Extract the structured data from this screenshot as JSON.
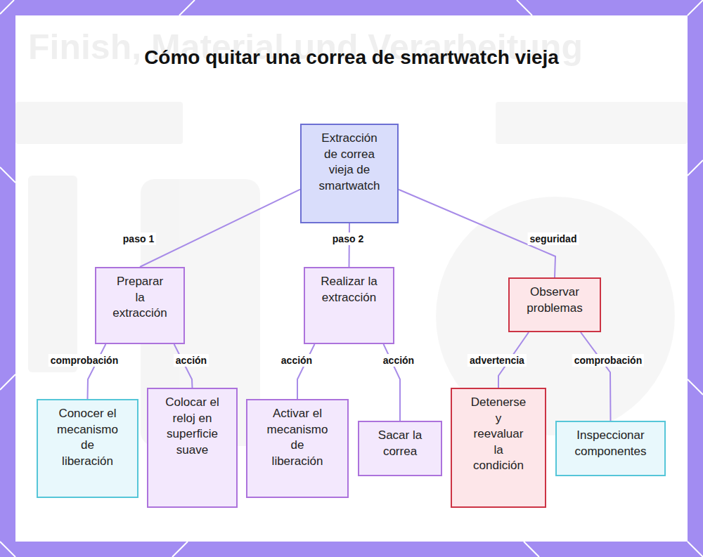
{
  "diagram": {
    "title": "Cómo quitar una correa de smartwatch vieja",
    "nodes": [
      {
        "text": [
          "Extracción de correa vieja de smartwatch"
        ]
      },
      {
        "text": [
          "Preparar la extracción"
        ]
      },
      {
        "text": [
          "Realizar la extracción"
        ]
      },
      {
        "text": [
          "Observar problemas"
        ]
      },
      {
        "text": [
          "Conocer el mecanismo de liberación"
        ]
      },
      {
        "text": [
          "Colocar el reloj en superficie suave"
        ]
      },
      {
        "text": [
          "Activar el mecanismo de liberación"
        ]
      },
      {
        "text": [
          "Sacar la correa"
        ]
      },
      {
        "text": [
          "Detenerse y reevaluar la condición"
        ]
      },
      {
        "text": [
          "Inspeccionar componentes"
        ]
      }
    ],
    "edges": [
      {
        "from": 0,
        "to": 1,
        "label": "paso 1",
        "arrow": "none"
      },
      {
        "from": 0,
        "to": 2,
        "label": "paso 2",
        "arrow": "none"
      },
      {
        "from": 0,
        "to": 3,
        "label": "seguridad",
        "arrow": "none"
      },
      {
        "from": 1,
        "to": 4,
        "label": "comprobación",
        "arrow": "none"
      },
      {
        "from": 1,
        "to": 5,
        "label": "acción",
        "arrow": "none"
      },
      {
        "from": 2,
        "to": 6,
        "label": "acción",
        "arrow": "none"
      },
      {
        "from": 2,
        "to": 7,
        "label": "acción",
        "arrow": "none"
      },
      {
        "from": 3,
        "to": 8,
        "label": "advertencia",
        "arrow": "none"
      },
      {
        "from": 3,
        "to": 9,
        "label": "comprobación",
        "arrow": "none"
      }
    ],
    "labels": [
      "Finish, Material und Verarbeitung"
    ]
  }
}
